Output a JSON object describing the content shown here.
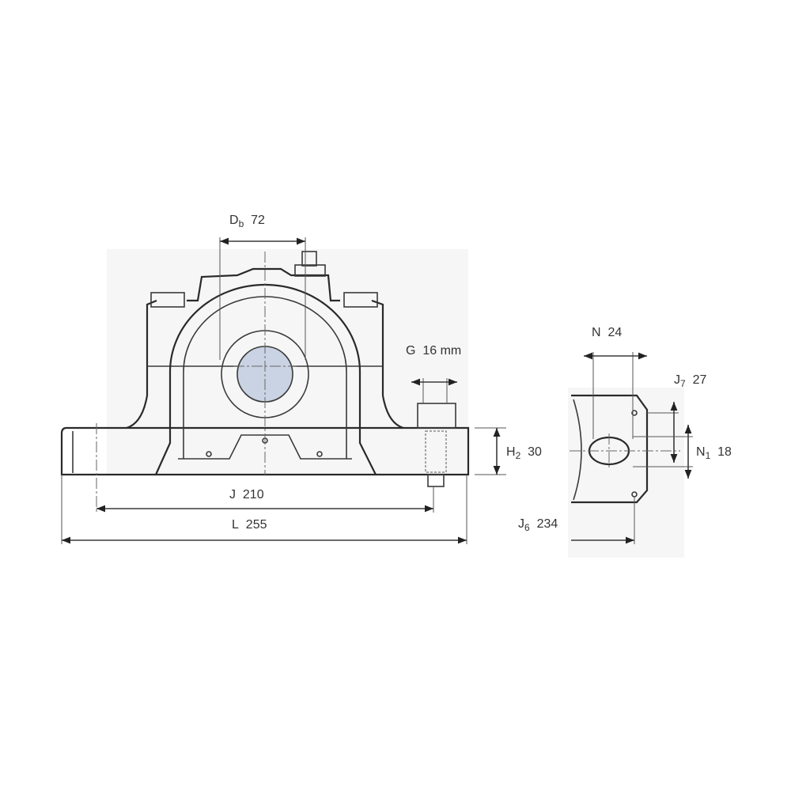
{
  "dimensions": {
    "Db": {
      "symbol": "D",
      "sub": "b",
      "value": "72"
    },
    "G": {
      "symbol": "G",
      "value": "16 mm"
    },
    "H2": {
      "symbol": "H",
      "sub": "2",
      "value": "30"
    },
    "J": {
      "symbol": "J",
      "value": "210"
    },
    "L": {
      "symbol": "L",
      "value": "255"
    },
    "N": {
      "symbol": "N",
      "value": "24"
    },
    "J7": {
      "symbol": "J",
      "sub": "7",
      "value": "27"
    },
    "N1": {
      "symbol": "N",
      "sub": "1",
      "value": "18"
    },
    "J6": {
      "symbol": "J",
      "sub": "6",
      "value": "234"
    }
  },
  "colors": {
    "shaft": "#c9d3e3",
    "line": "#3a3a3a",
    "panel": "#f6f6f6"
  }
}
